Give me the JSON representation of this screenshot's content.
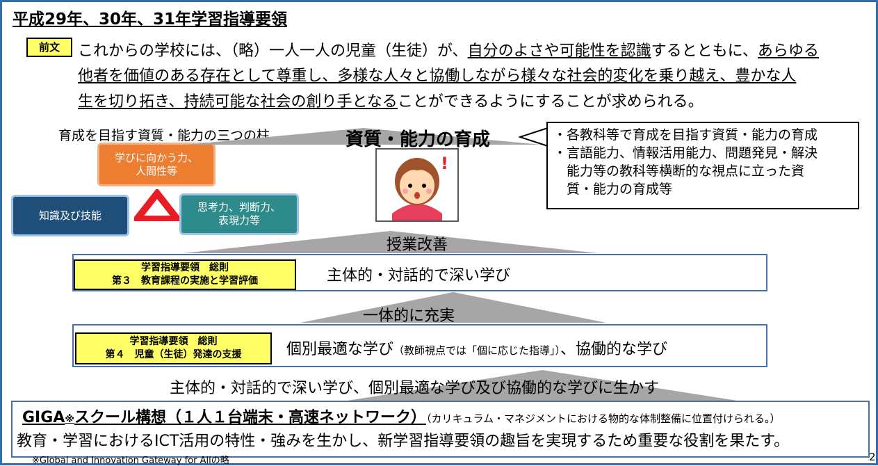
{
  "title": "平成29年、30年、31年学習指導要領",
  "preamble": {
    "tag": "前文",
    "line1a": "これからの学校には、（略）一人一人の児童（生徒）が、",
    "line1b": "自分のよさや可能性を認識",
    "line1c": "するとともに、",
    "line1d": "あらゆる",
    "line2": "他者を価値のある存在として尊重し、多様な人々と協働しながら様々な社会的変化を乗り越え、豊かな人",
    "line3a": "生を切り拓き、持続可能な社会の創り手となる",
    "line3b": "ことができるようにすることが求められる。"
  },
  "pillars": {
    "title": "育成を目指す資質・能力の三つの柱",
    "top": "学びに向かう力、\n人間性等",
    "left": "知識及び技能",
    "right": "思考力、判断力、\n表現力等"
  },
  "growth": {
    "title": "資質・能力の育成",
    "callout": "・各教科等で育成を目指す資質・能力の育成\n・言語能力、情報活用能力、問題発見・解決\n　能力等の教科等横断的な視点に立った資\n　質・能力の育成等"
  },
  "improvement_label": "授業改善",
  "section3": {
    "tag": "学習指導要領　総則\n第３　教育課程の実施と学習評価",
    "text": "主体的・対話的で深い学び"
  },
  "integrated_label": "一体的に充実",
  "section4": {
    "tag": "学習指導要領　総則\n第４　児童（生徒）発達の支援",
    "text_a": "個別最適な学び",
    "text_b": "（教師視点では「個に応じた指導」）",
    "text_c": "、協働的な学び"
  },
  "leverage_label": "主体的・対話的で深い学び、個別最適な学び及び協働的な学びに生かす",
  "giga": {
    "head_a": "GIGA",
    "head_mark": "※",
    "head_b": "スクール構想（１人１台端末・高速ネットワーク）",
    "head_note": "（カリキュラム・マネジメントにおける物的な体制整備に位置付けられる。）",
    "body": "教育・学習におけるICT活用の特性・強みを生かし、新学習指導要領の趣旨を実現するため重要な役割を果たす。"
  },
  "footnote": "※Global and Innovation Gateway for Allの略",
  "page_number": "2",
  "colors": {
    "frame": "#2f6fb0",
    "tag_yellow": "#ffff66",
    "pillar_orange": "#ed7d31",
    "pillar_navy": "#1f4e79",
    "pillar_teal": "#2e8b8b",
    "roof_gray": "#a6a6a6"
  }
}
